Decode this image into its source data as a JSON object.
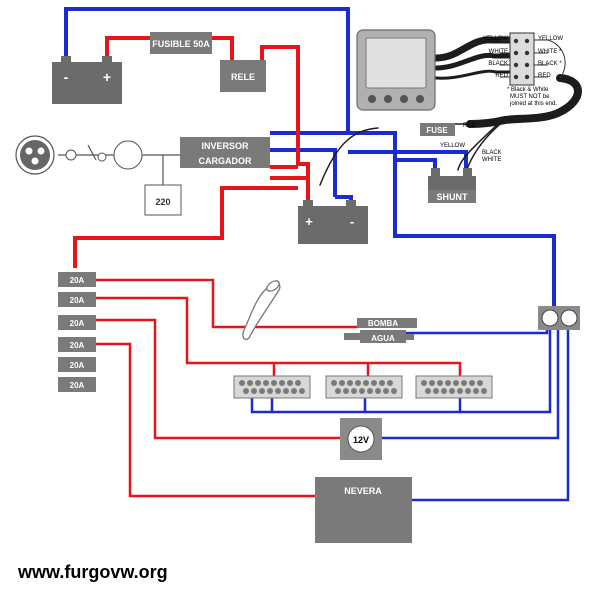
{
  "labels": {
    "fuse_main": "FUSIBLE 50A",
    "relay": "RELE",
    "inverter_line1": "INVERSOR",
    "inverter_line2": "CARGADOR",
    "shore": "220",
    "fuse_small": "FUSE",
    "shunt": "SHUNT",
    "pump_line1": "BOMBA",
    "pump_line2": "AGUA",
    "socket": "12V",
    "fridge": "NEVERA",
    "plus": "+",
    "minus": "-",
    "fuse_20a": "20A",
    "watermark": "www.furgovw.org"
  },
  "monitor_wires": {
    "left_yellow": "YELLOW",
    "left_white": "WHITE",
    "left_black": "BLACK",
    "left_red": "RED",
    "right_yellow": "YELLOW",
    "right_white": "WHITE *",
    "right_black": "BLACK *",
    "right_red": "RED",
    "note_line1": "* Black & White",
    "note_line2": "MUST NOT be",
    "note_line3": "joined at this end.",
    "shunt_red": "RED",
    "shunt_yellow": "YELLOW",
    "shunt_black": "BLACK",
    "shunt_white": "WHITE"
  },
  "colors": {
    "positive": "#e8141c",
    "negative": "#1a2bd0",
    "component": "#808080",
    "component_dark": "#5e5e5e"
  }
}
